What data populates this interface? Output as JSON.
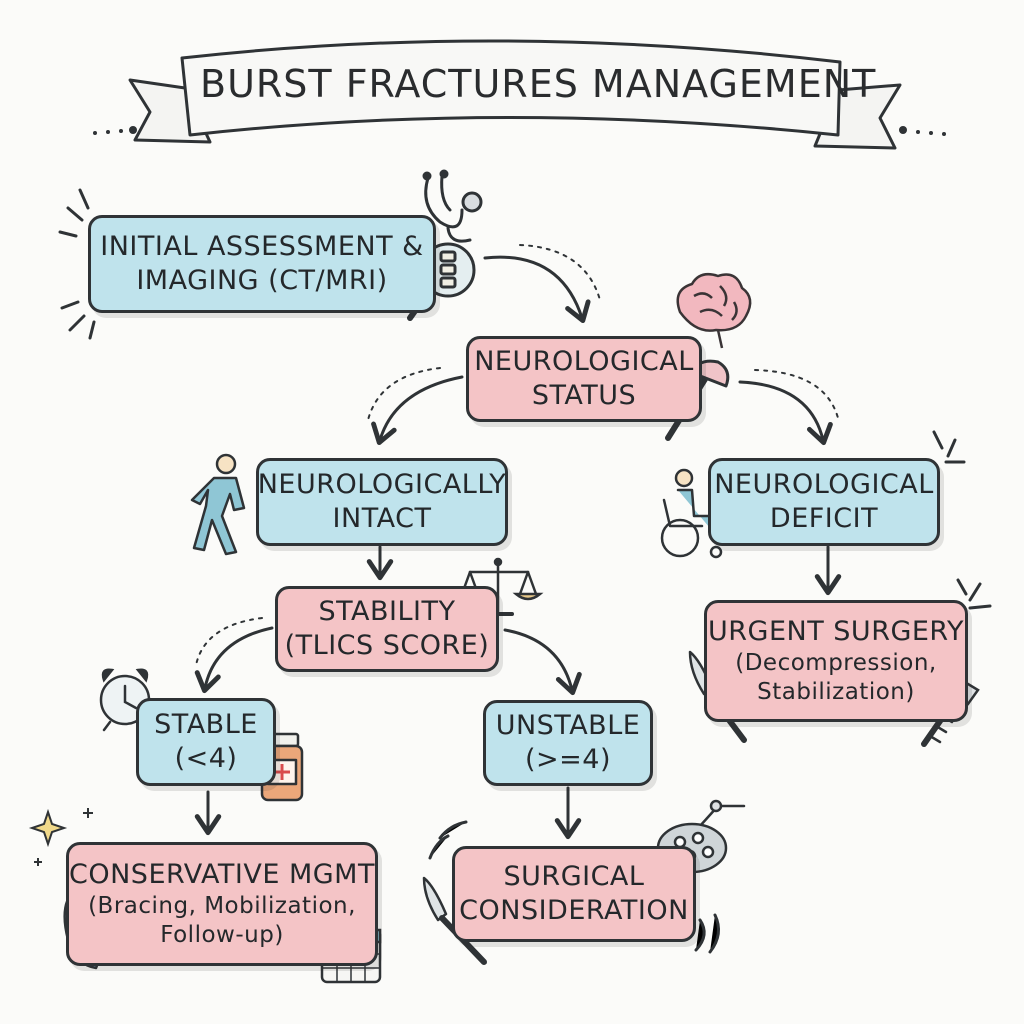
{
  "title": "BURST FRACTURES MANAGEMENT",
  "colors": {
    "blue_box": "#bfe3ec",
    "pink_box": "#f4c4c6",
    "outline": "#2f3336"
  },
  "nodes": {
    "initial": {
      "lines": [
        "INITIAL ASSESSMENT &",
        "IMAGING (CT/MRI)"
      ]
    },
    "neuro_status": {
      "lines": [
        "NEUROLOGICAL",
        "STATUS"
      ]
    },
    "intact": {
      "lines": [
        "NEUROLOGICALLY",
        "INTACT"
      ]
    },
    "deficit": {
      "lines": [
        "NEUROLOGICAL",
        "DEFICIT"
      ]
    },
    "stability": {
      "lines": [
        "STABILITY",
        "(TLICS SCORE)"
      ]
    },
    "urgent": {
      "lines": [
        "URGENT SURGERY"
      ],
      "sub": [
        "(Decompression,",
        "Stabilization)"
      ]
    },
    "stable": {
      "lines": [
        "STABLE",
        "(<4)"
      ]
    },
    "unstable": {
      "lines": [
        "UNSTABLE",
        "(>=4)"
      ]
    },
    "conservative": {
      "lines": [
        "CONSERVATIVE MGMT"
      ],
      "sub": [
        "(Bracing, Mobilization,",
        "Follow-up)"
      ]
    },
    "surgical": {
      "lines": [
        "SURGICAL",
        "CONSIDERATION"
      ]
    }
  },
  "icons": [
    "stethoscope-icon",
    "magnifier-spine-icon",
    "brain-icon",
    "reflex-hammer-icon",
    "walking-person-icon",
    "wheelchair-icon",
    "scales-icon",
    "scalpel-icon",
    "screw-icon",
    "alarm-clock-icon",
    "pill-bottle-icon",
    "surgical-lamp-icon",
    "calendar-icon",
    "spine-brace-icon",
    "sparkle-icon"
  ]
}
